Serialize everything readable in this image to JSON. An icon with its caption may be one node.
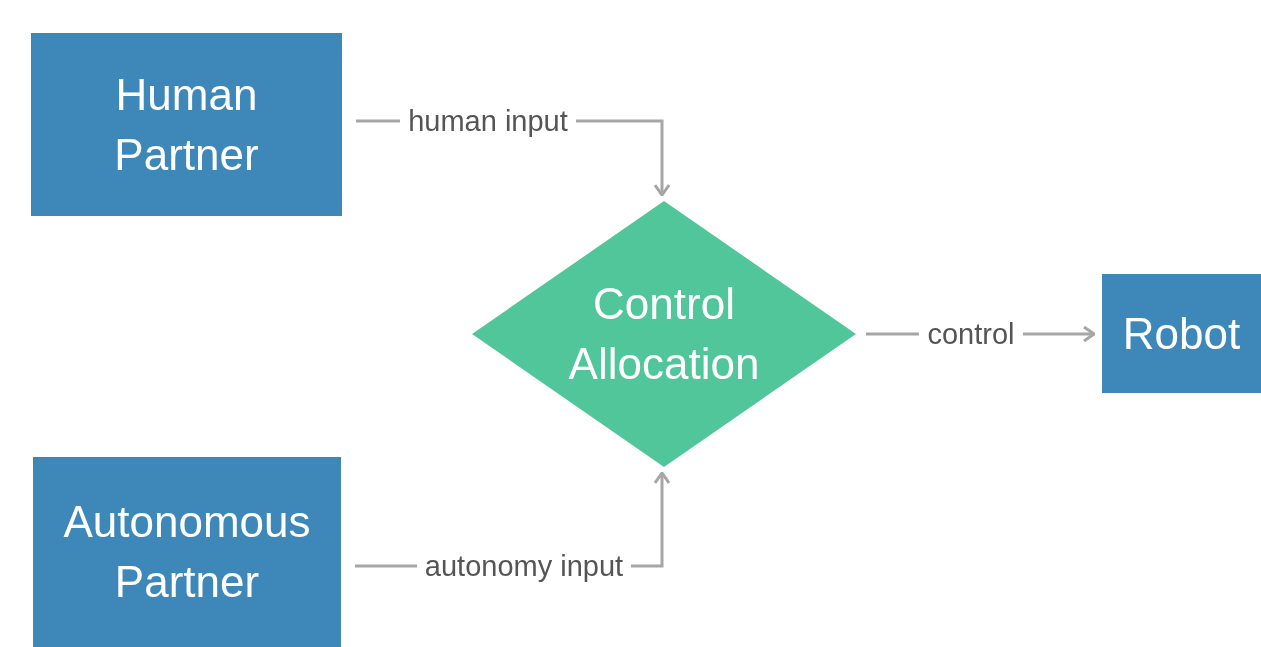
{
  "diagram": {
    "nodes": [
      {
        "text": [
          "Human Partner"
        ]
      },
      {
        "text": [
          "Control Allocation"
        ]
      },
      {
        "text": [
          "Robot"
        ]
      },
      {
        "text": [
          "Autonomous Partner"
        ]
      }
    ],
    "edges": [
      {
        "from": 0,
        "to": 1,
        "arrow": "to",
        "label": "human input"
      },
      {
        "from": 3,
        "to": 1,
        "arrow": "to",
        "label": "autonomy input"
      },
      {
        "from": 1,
        "to": 2,
        "arrow": "to",
        "label": "control"
      }
    ]
  }
}
